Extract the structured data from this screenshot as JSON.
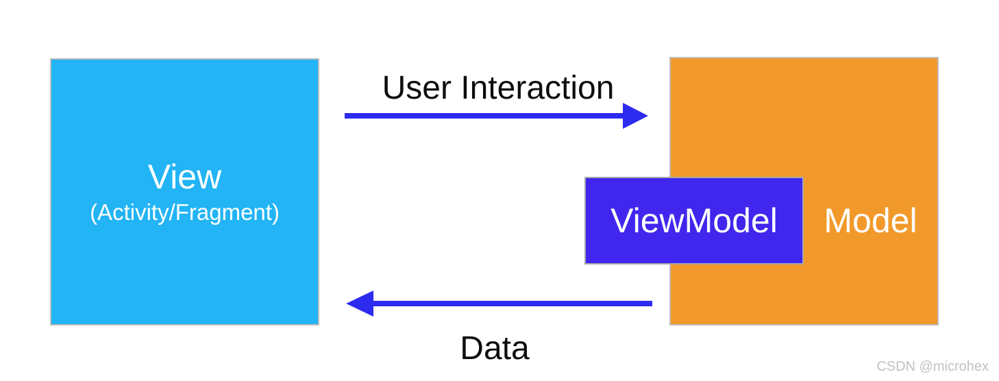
{
  "diagram": {
    "title_hint": "MVVM architecture diagram",
    "view": {
      "title": "View",
      "subtitle": "(Activity/Fragment)",
      "fill": "#22b4f5",
      "text_color": "#ffffff"
    },
    "viewmodel": {
      "label": "ViewModel",
      "fill": "#4127ee",
      "text_color": "#ffffff"
    },
    "model": {
      "label": "Model",
      "fill": "#f2992b",
      "text_color": "#ffffff"
    },
    "user_interaction_arrow": {
      "label": "User Interaction",
      "direction": "right",
      "color": "#2d2bef",
      "label_color": "#0d0d0d"
    },
    "data_arrow": {
      "label": "Data",
      "direction": "left",
      "color": "#2d2bef",
      "label_color": "#0d0d0d"
    },
    "watermark": "CSDN @microhex",
    "watermark_color": "#c2c2c2",
    "background": "#ffffff"
  }
}
